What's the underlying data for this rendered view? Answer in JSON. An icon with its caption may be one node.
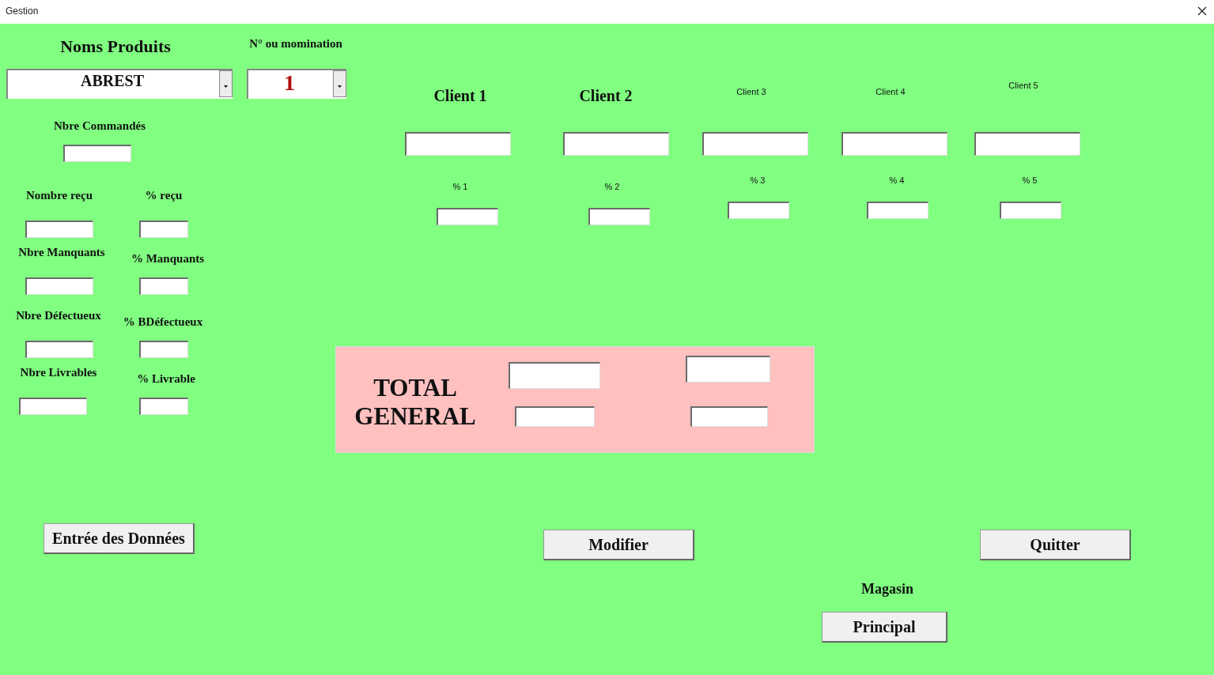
{
  "diagram": {
    "title": "Gestion",
    "nodes": [
      {
        "text": [
          "ABREST"
        ]
      },
      {
        "text": [
          "1"
        ]
      },
      {
        "text": [
          "TOTAL GENERAL"
        ]
      },
      {
        "text": [
          "Entrée des Données"
        ]
      },
      {
        "text": [
          "Modifier"
        ]
      },
      {
        "text": [
          "Quitter"
        ]
      },
      {
        "text": [
          "Principal"
        ]
      }
    ],
    "labels": [
      "Noms Produits",
      "N° ou momination",
      "Client 1",
      "Client 2",
      "Client 3",
      "Client 4",
      "Client 5",
      "Nbre Commandés",
      "% 1",
      "% 2",
      "% 3",
      "% 4",
      "% 5",
      "Nombre reçu",
      "% reçu",
      "Nbre Manquants",
      "% Manquants",
      "Nbre Défectueux",
      "% BDéfectueux",
      "Nbre Livrables",
      "% Livrable",
      "Magasin"
    ]
  }
}
